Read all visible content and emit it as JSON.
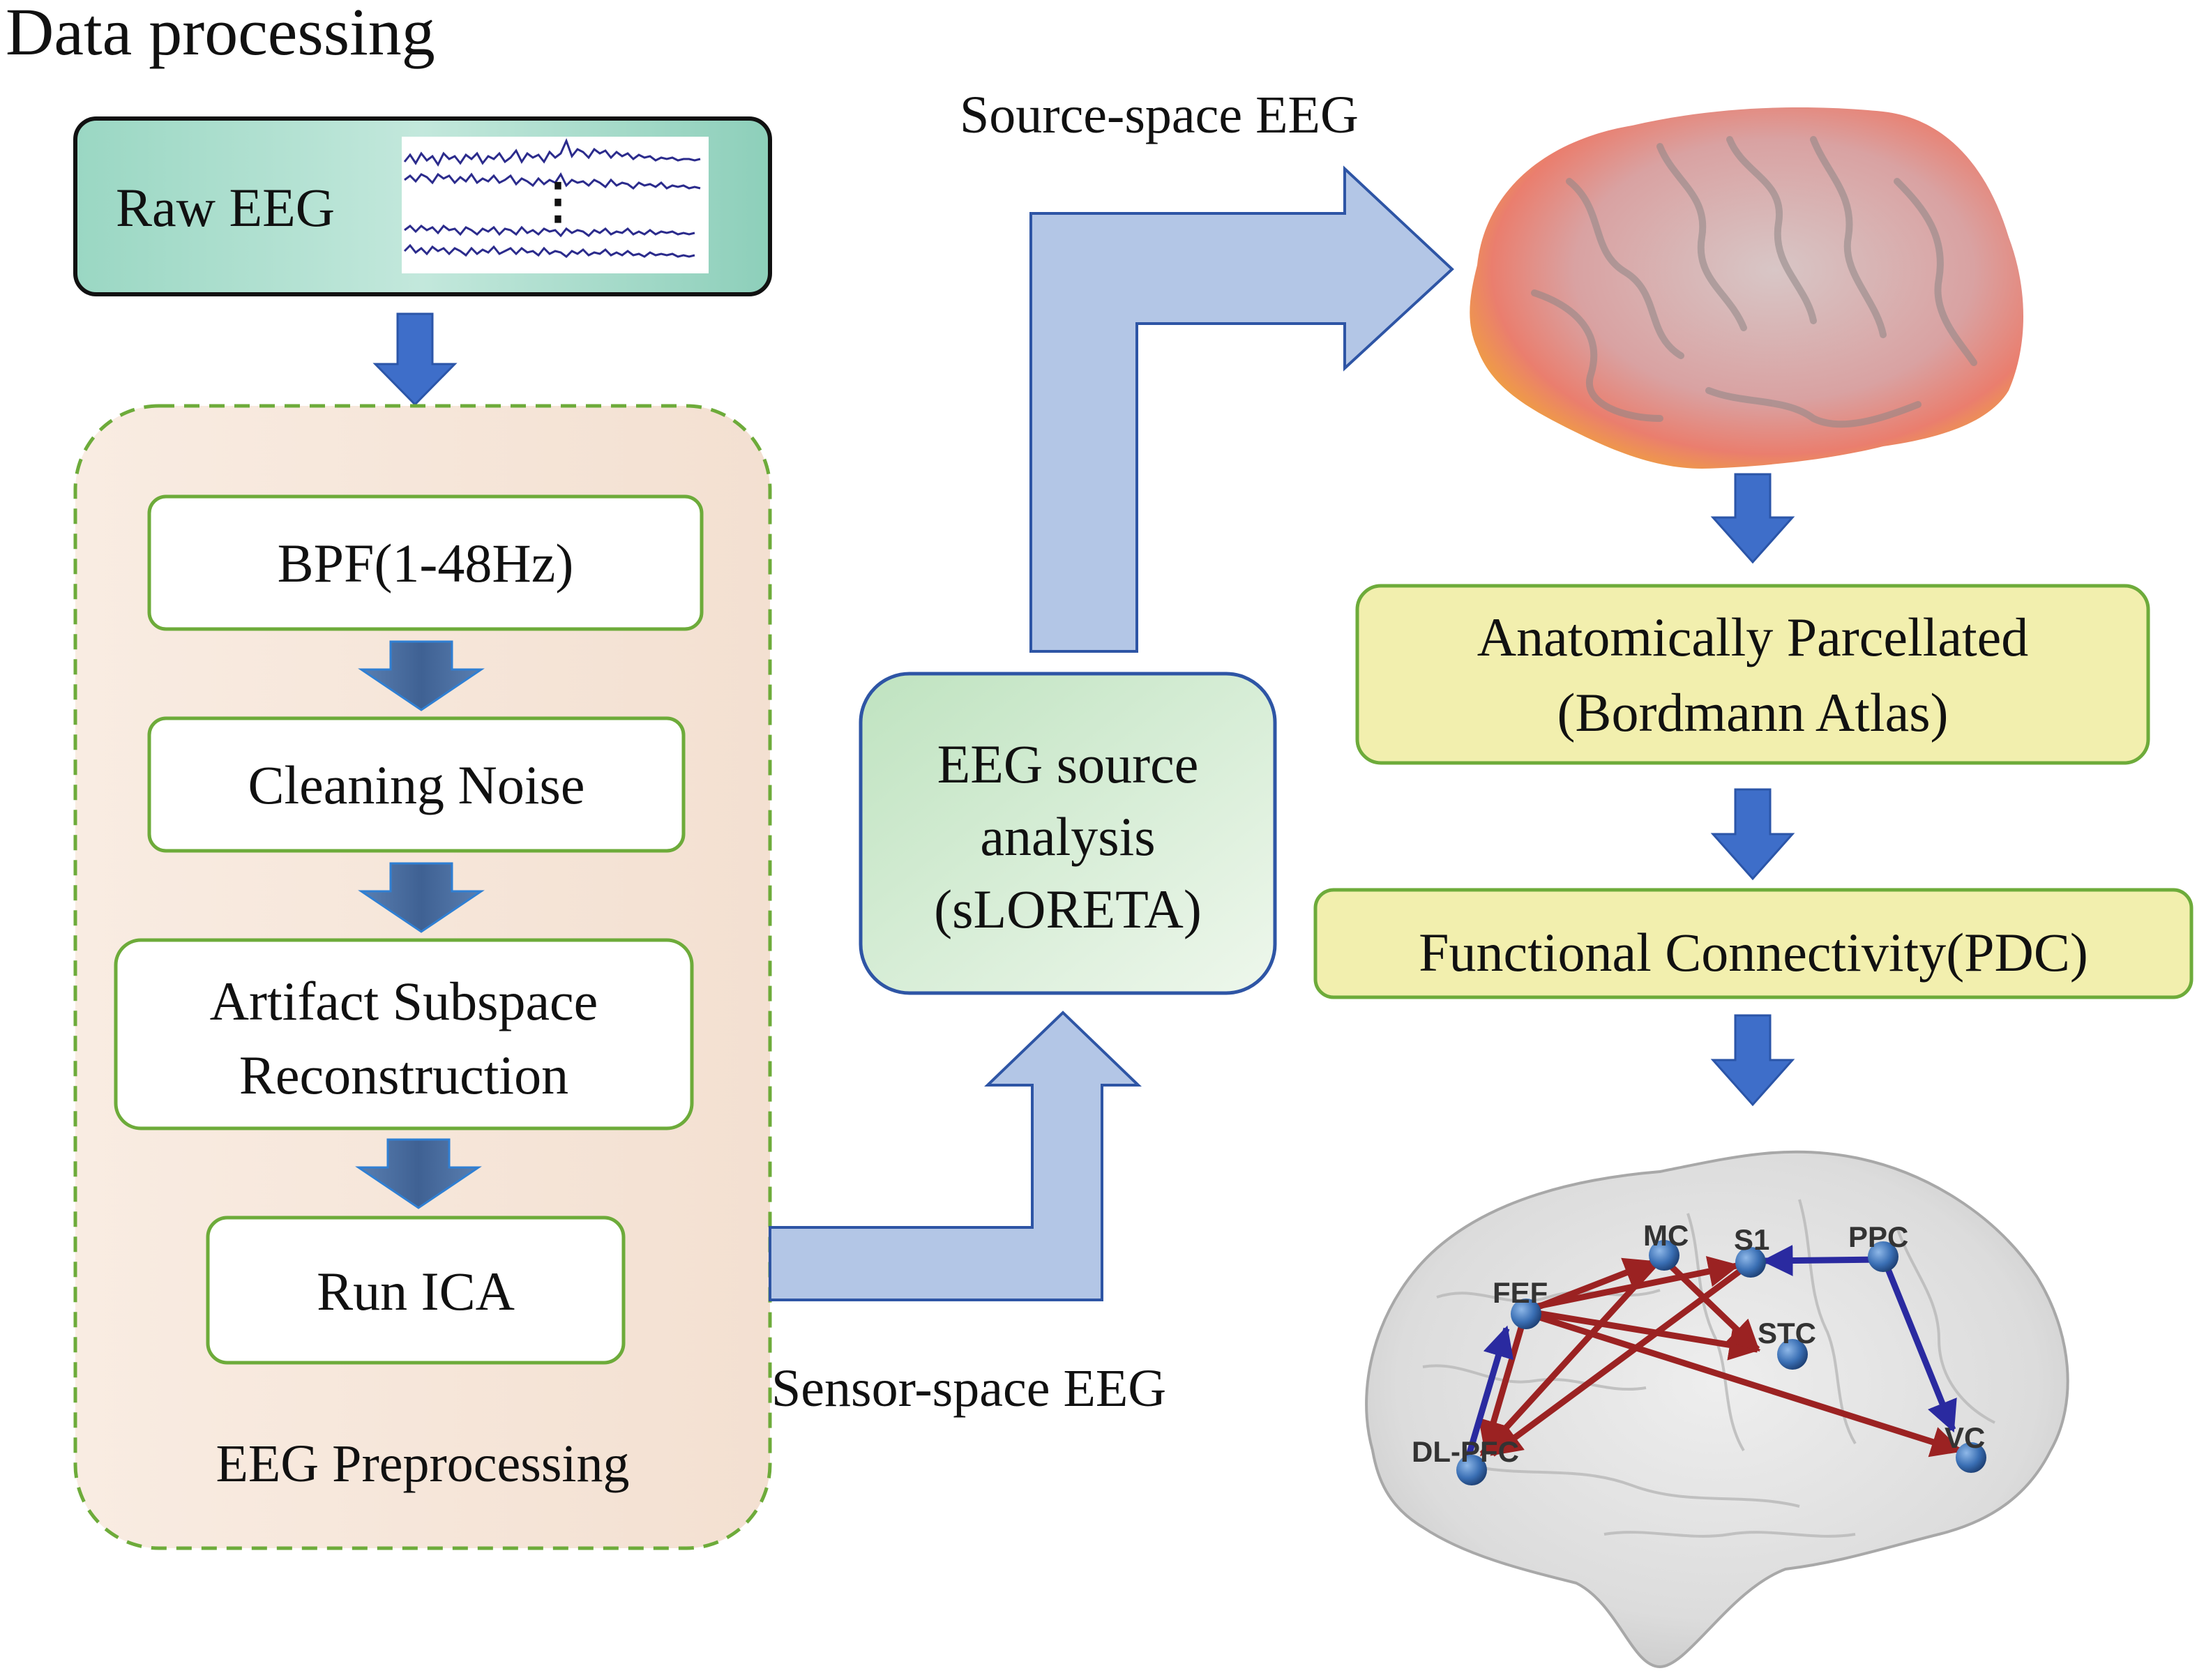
{
  "title": "Data processing",
  "raw_eeg": {
    "label": "Raw EEG",
    "dots": "⋮"
  },
  "preprocessing": {
    "group_label": "EEG Preprocessing",
    "steps": [
      "BPF(1-48Hz)",
      "Cleaning Noise",
      "Artifact Subspace",
      "Reconstruction",
      "Run ICA"
    ]
  },
  "source_analysis": {
    "line1": "EEG source",
    "line2": "analysis",
    "line3": "(sLORETA)"
  },
  "sensor_space_label": "Sensor-space EEG",
  "source_space_label": "Source-space EEG",
  "parcellation": {
    "line1": "Anatomically Parcellated",
    "line2": "(Bordmann Atlas)"
  },
  "connectivity": {
    "label": "Functional Connectivity(PDC)"
  },
  "network_nodes": [
    "MC",
    "S1",
    "PPC",
    "FEF",
    "STC",
    "DL-PFC",
    "VC"
  ],
  "colors": {
    "raw_box": "#8fd1bd",
    "pre_bg": "#f6e5d8",
    "pre_border": "#6dab3a",
    "step_border": "#6dab3a",
    "source_box": "#d8eed6",
    "yellow_box": "#f2efae",
    "flow_arrow": "#b3c6e6",
    "down_arrow": "#3e6ec9",
    "edge_red": "#9b2222",
    "edge_blue": "#2a2aa0",
    "node": "#3a6fb4"
  }
}
